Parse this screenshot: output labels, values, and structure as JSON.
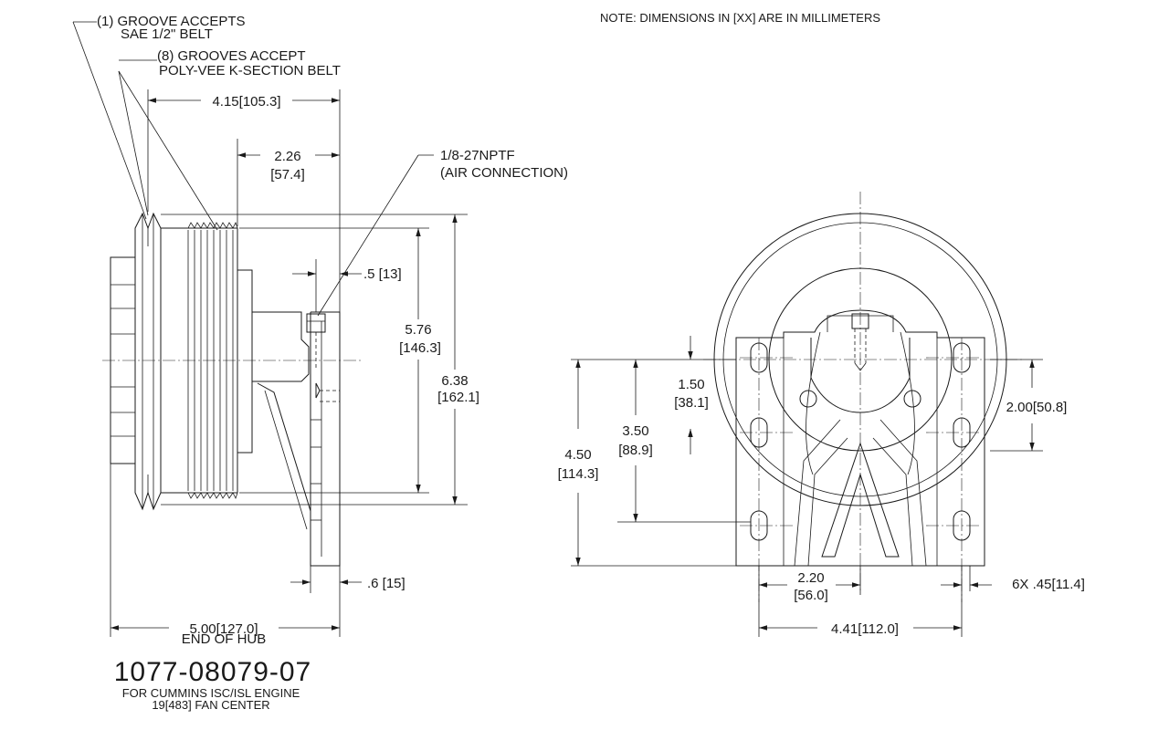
{
  "note": "NOTE: DIMENSIONS IN [XX] ARE IN MILLIMETERS",
  "side_view": {
    "groove_note": [
      "(1) GROOVE ACCEPTS",
      "SAE 1/2\" BELT"
    ],
    "grooves_note": [
      "(8) GROOVES ACCEPT",
      "POLY-VEE K-SECTION BELT"
    ],
    "air_note": [
      "1/8-27NPTF",
      "(AIR CONNECTION)"
    ],
    "dims": {
      "overall_top": "4.15[105.3]",
      "pulley_width": [
        "2.26",
        "[57.4]"
      ],
      "small_offset": ".5 [13]",
      "pulley_dia": [
        "5.76",
        "[146.3]"
      ],
      "outer_dia": [
        "6.38",
        "[162.1]"
      ],
      "flange_offset": ".6 [15]",
      "end_of_hub": [
        "5.00[127.0]",
        "END OF HUB"
      ]
    }
  },
  "front_view": {
    "dims": {
      "v150": [
        "1.50",
        "[38.1]"
      ],
      "v350": [
        "3.50",
        "[88.9]"
      ],
      "v450": [
        "4.50",
        "[114.3]"
      ],
      "v200": "2.00[50.8]",
      "h220": [
        "2.20",
        "[56.0]"
      ],
      "h441": "4.41[112.0]",
      "slots": "6X .45[11.4]"
    }
  },
  "title_block": {
    "part_number": "1077-08079-07",
    "application": [
      "FOR CUMMINS ISC/ISL ENGINE",
      "19[483] FAN CENTER"
    ]
  }
}
